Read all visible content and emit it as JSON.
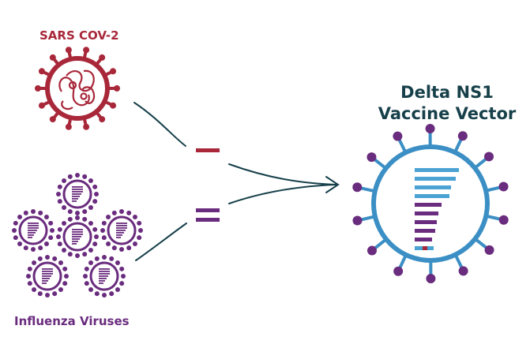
{
  "labels": {
    "sars": "SARS COV-2",
    "influenza": "Influenza Viruses",
    "vector_line1": "Delta NS1",
    "vector_line2": "Vaccine Vector"
  },
  "colors": {
    "sars": "#a8283a",
    "influenza": "#6a2c7e",
    "vector_outline": "#3b8fc4",
    "vector_spike": "#6a2c7e",
    "vector_bar_blue": "#4aa3d3",
    "arrow": "#17404a"
  },
  "symbols": {
    "minus": "minus-sign",
    "equals": "equals-sign"
  }
}
